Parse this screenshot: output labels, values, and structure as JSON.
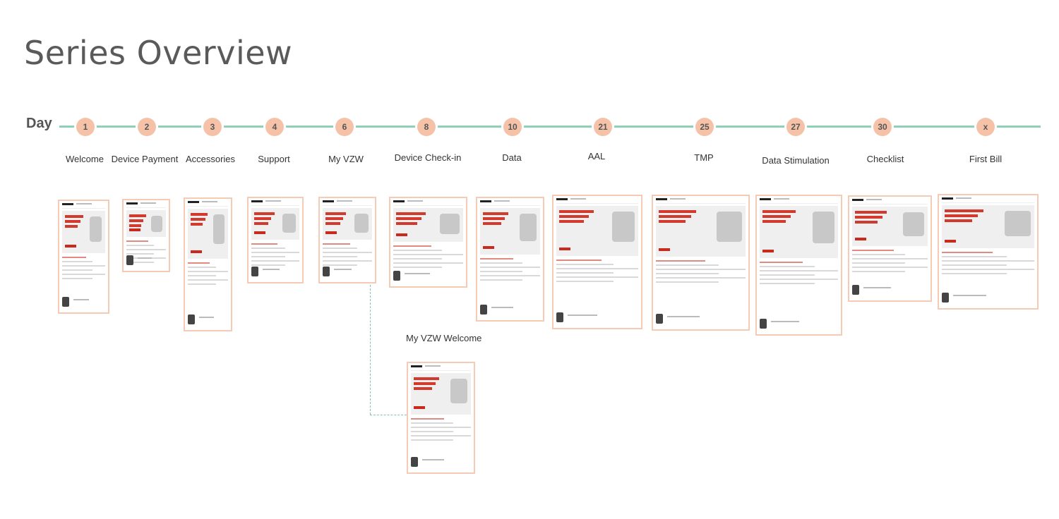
{
  "title": "Series Overview",
  "timeline": {
    "day_label": "Day",
    "steps": [
      {
        "day": "1",
        "label": "Welcome"
      },
      {
        "day": "2",
        "label": "Device Payment"
      },
      {
        "day": "3",
        "label": "Accessories"
      },
      {
        "day": "4",
        "label": "Support"
      },
      {
        "day": "6",
        "label": "My VZW"
      },
      {
        "day": "8",
        "label": "Device Check-in"
      },
      {
        "day": "10",
        "label": "Data"
      },
      {
        "day": "21",
        "label": "AAL"
      },
      {
        "day": "25",
        "label": "TMP"
      },
      {
        "day": "27",
        "label": "Data Stimulation"
      },
      {
        "day": "30",
        "label": "Checklist"
      },
      {
        "day": "x",
        "label": "First Bill"
      }
    ]
  },
  "branch": {
    "label": "My VZW Welcome"
  },
  "colors": {
    "timeline_line": "#8fd1b6",
    "node": "#f5c2a8",
    "card_border": "#f6cbb5",
    "accent_red": "#d23a2e"
  }
}
